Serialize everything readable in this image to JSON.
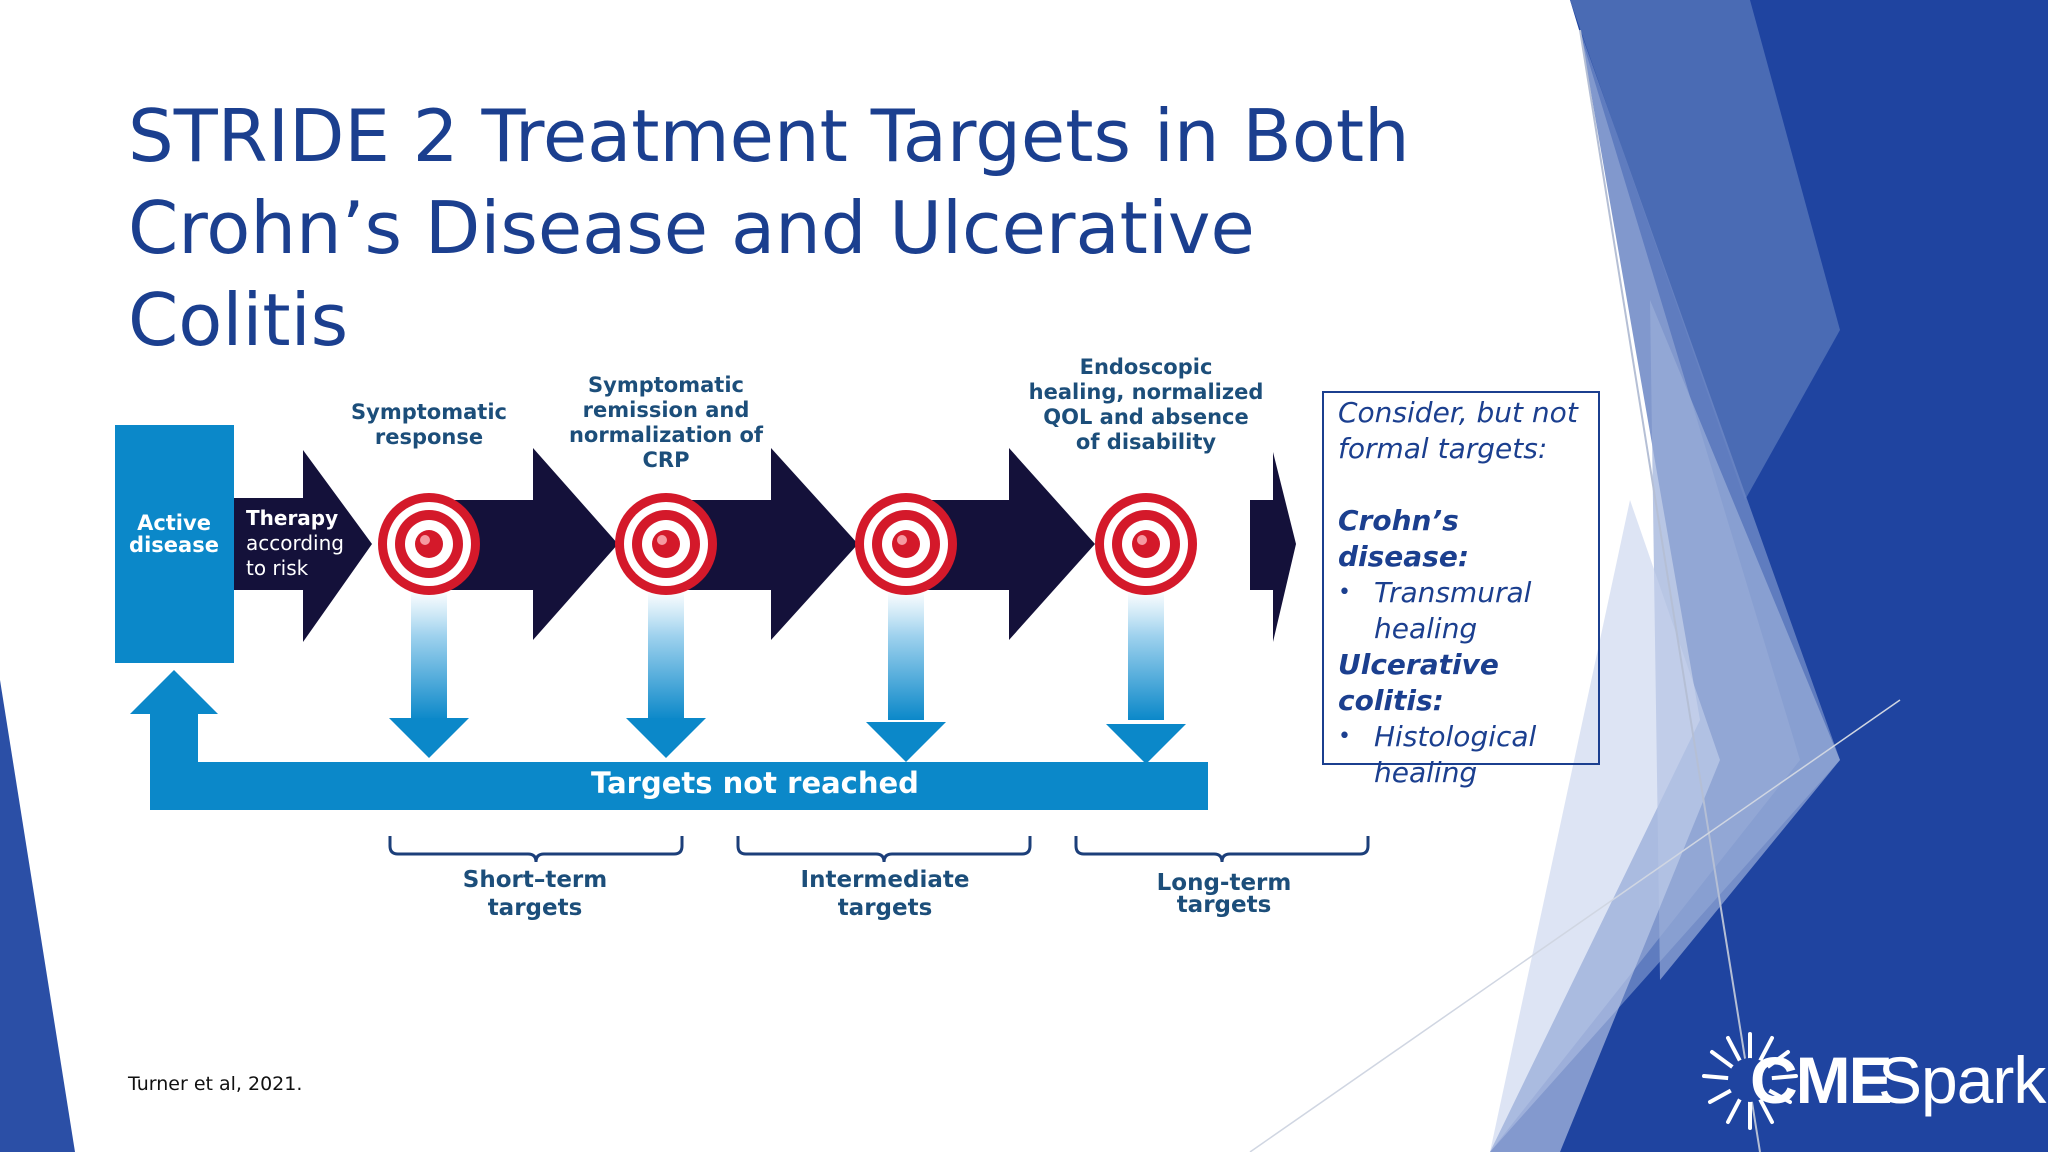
{
  "slide": {
    "title_lines": [
      "STRIDE 2 Treatment Targets in Both",
      "Crohn’s Disease and Ulcerative Colitis"
    ],
    "citation": "Turner et al, 2021."
  },
  "diagram": {
    "start_box_lines": [
      "Active",
      "disease"
    ],
    "therapy_lines": [
      "Therapy",
      "according",
      "to risk"
    ],
    "targets": [
      {
        "lines": [
          "Symptomatic",
          "response"
        ]
      },
      {
        "lines": [
          "Symptomatic",
          "remission and",
          "normalization of",
          "CRP"
        ]
      },
      {
        "lines": []
      },
      {
        "lines": [
          "Endoscopic",
          "healing, normalized",
          "QOL and absence",
          "of disability"
        ]
      }
    ],
    "feedback_label": "Targets not reached",
    "groups": [
      {
        "lines": [
          "Short–term",
          "targets"
        ]
      },
      {
        "lines": [
          "Intermediate",
          "targets"
        ]
      },
      {
        "lines": [
          "Long-term",
          "targets"
        ]
      }
    ],
    "colors": {
      "arrow": "#14113a",
      "blue": "#0b88c9",
      "target_red": "#d4192a",
      "title": "#1b3f8f"
    }
  },
  "side_box": {
    "intro_lines": [
      "Consider, but not",
      "formal targets:"
    ],
    "sections": [
      {
        "heading": "Crohn’s disease:",
        "item_lines": [
          "Transmural",
          "healing"
        ]
      },
      {
        "heading": "Ulcerative colitis:",
        "item_lines": [
          "Histological",
          "healing"
        ]
      }
    ]
  },
  "logo": {
    "text_bold": "CME",
    "text_light": "Spark",
    "icon": "sunburst-icon"
  }
}
